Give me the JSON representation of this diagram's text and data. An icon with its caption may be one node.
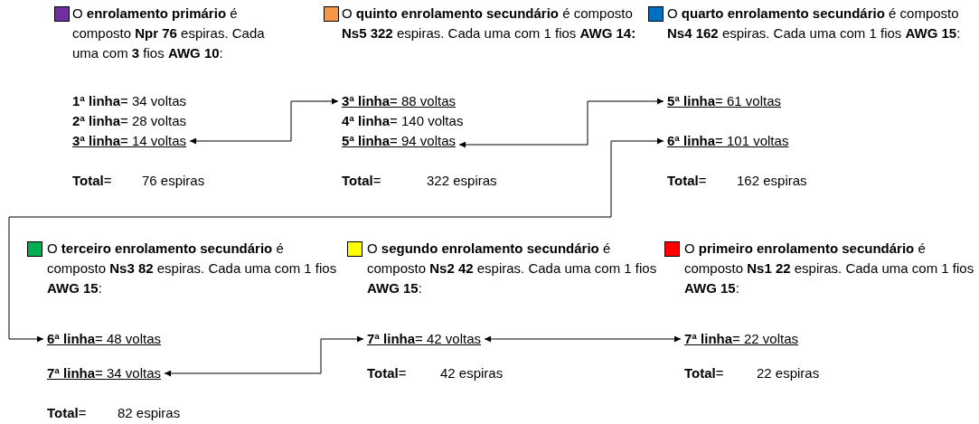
{
  "diagram": {
    "nodes": [
      {
        "text": [
          "**3ª linha**= 14 voltas"
        ]
      },
      {
        "text": [
          "**3ª linha**= 88 voltas"
        ]
      },
      {
        "text": [
          "**5ª linha**= 94 voltas"
        ]
      },
      {
        "text": [
          "**5ª linha**= 61 voltas"
        ]
      },
      {
        "text": [
          "**6ª linha**= 101 voltas"
        ]
      },
      {
        "text": [
          "**6ª linha**= 48 voltas"
        ]
      },
      {
        "text": [
          "**7ª linha**= 34 voltas"
        ]
      },
      {
        "text": [
          "**7ª linha**= 42 voltas"
        ]
      },
      {
        "text": [
          "**7ª linha**= 22 voltas"
        ]
      }
    ],
    "edges": [
      {
        "from": 1,
        "to": 0,
        "arrow": "both"
      },
      {
        "from": 2,
        "to": 3,
        "arrow": "both"
      },
      {
        "from": 4,
        "to": 5,
        "arrow": "both"
      },
      {
        "from": 6,
        "to": 7,
        "arrow": "both"
      },
      {
        "from": 7,
        "to": 8,
        "arrow": "both"
      }
    ],
    "labels": [
      "**1ª linha**= 34 voltas",
      "**2ª linha**= 28 voltas",
      "**4ª linha**= 140 voltas",
      "**Total**=",
      "76 espiras",
      "**Total**=",
      "322 espiras",
      "**Total**=",
      "162 espiras",
      "**Total**=",
      "42 espiras",
      "**Total**=",
      "22 espiras",
      "**Total**=",
      "82 espiras"
    ],
    "legend": [
      {
        "text": "O **enrolamento primário** é composto **Npr 76** espiras. Cada uma com **3** fios **AWG 10**:",
        "color": "#7030a0"
      },
      {
        "text": "O **quinto enrolamento secundário** é composto **Ns5 322** espiras. Cada uma com 1 fios **AWG 14:**",
        "color": "#f79646"
      },
      {
        "text": "O **quarto enrolamento secundário** é composto **Ns4 162** espiras. Cada uma com 1 fios **AWG 15**:",
        "color": "#0070c0"
      },
      {
        "text": "O **terceiro enrolamento secundário** é composto **Ns3 82** espiras. Cada uma com 1 fios **AWG 15**:",
        "color": "#00b050"
      },
      {
        "text": "O **segundo enrolamento secundário** é composto **Ns2 42** espiras. Cada uma com 1 fios **AWG 15**:",
        "color": "#ffff00"
      },
      {
        "text": "O **primeiro enrolamento secundário** é composto **Ns1 22** espiras. Cada uma com 1 fios **AWG 15**:",
        "color": "#ff0000"
      }
    ]
  }
}
